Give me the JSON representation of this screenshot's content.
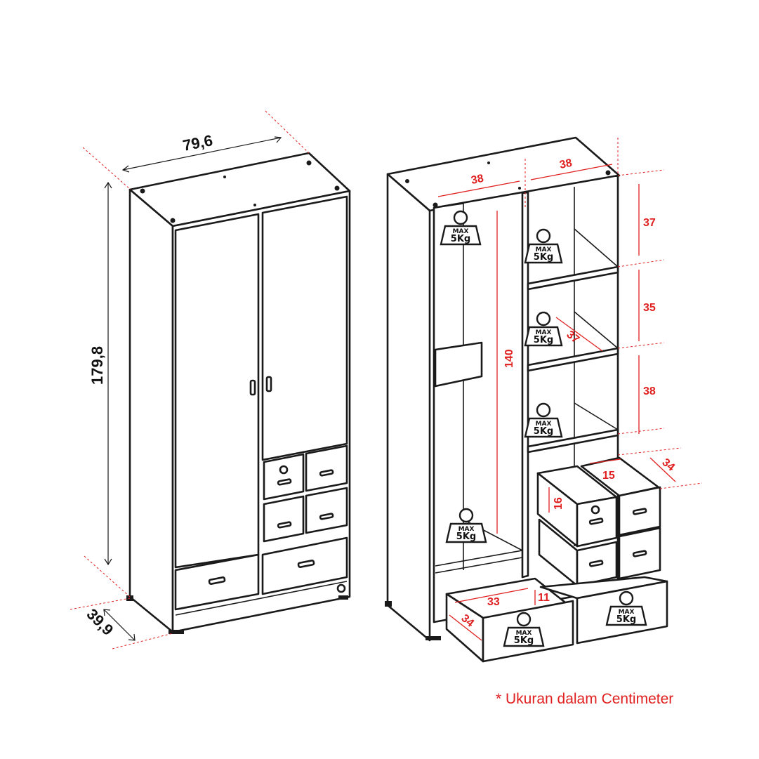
{
  "dimensions": {
    "width": "79,6",
    "height": "179,8",
    "depth": "39,9",
    "left_compartment_width": "38",
    "right_compartment_width": "38",
    "hanging_height": "140",
    "shelf_1": "37",
    "shelf_2": "35",
    "shelf_3": "38",
    "shelf_depth": "37",
    "small_drawer_depth": "34",
    "small_drawer_width": "15",
    "small_drawer_height": "16",
    "large_drawer_width": "33",
    "large_drawer_height": "11",
    "large_drawer_depth": "34"
  },
  "weight_badge": {
    "max": "MAX",
    "load": "5Kg"
  },
  "footnote": "* Ukuran dalam Centimeter",
  "colors": {
    "outline": "#1a1a1a",
    "dimension_red": "#e02020",
    "background": "#ffffff"
  }
}
